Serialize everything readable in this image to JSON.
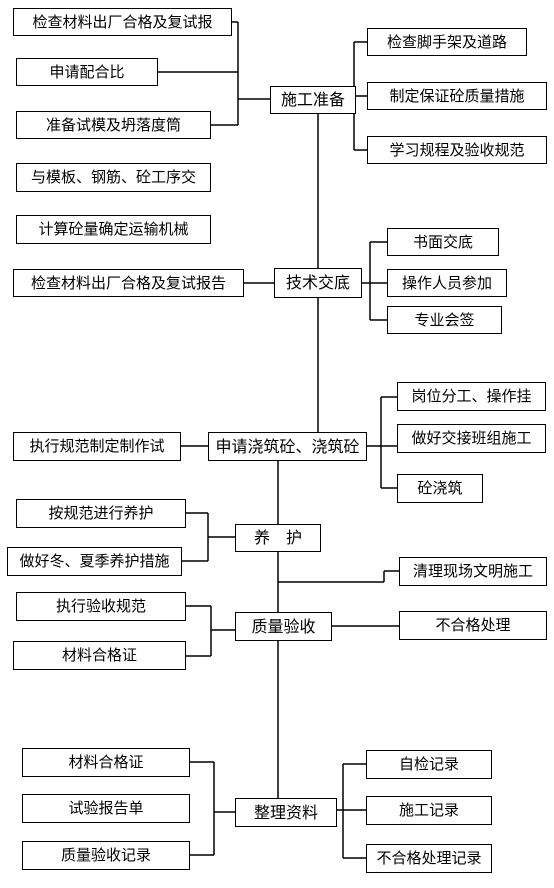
{
  "diagram": {
    "main_steps": [
      "施工准备",
      "技术交底",
      "申请浇筑砼、浇筑砼",
      "养　护",
      "质量验收",
      "整理资料"
    ],
    "prep_left": [
      "检查材料出厂合格及复试报",
      "申请配合比",
      "准备试模及坍落度筒"
    ],
    "prep_right": [
      "检查脚手架及道路",
      "制定保证砼质量措施",
      "学习规程及验收规范"
    ],
    "tech_left": [
      "与模板、钢筋、砼工序交",
      "计算砼量确定运输机械",
      "检查材料出厂合格及复试报告"
    ],
    "tech_right": [
      "书面交底",
      "操作人员参加",
      "专业会签"
    ],
    "pour_left": [
      "执行规范制定制作试"
    ],
    "pour_right": [
      "岗位分工、操作挂",
      "做好交接班组施工",
      "砼浇筑"
    ],
    "cure_left": [
      "按规范进行养护",
      "做好冬、夏季养护措施"
    ],
    "cure_right": [
      "清理现场文明施工"
    ],
    "accept_left": [
      "执行验收规范",
      "材料合格证"
    ],
    "accept_right": [
      "不合格处理"
    ],
    "docs_left": [
      "材料合格证",
      "试验报告单",
      "质量验收记录"
    ],
    "docs_right": [
      "自检记录",
      "施工记录",
      "不合格处理记录"
    ]
  }
}
